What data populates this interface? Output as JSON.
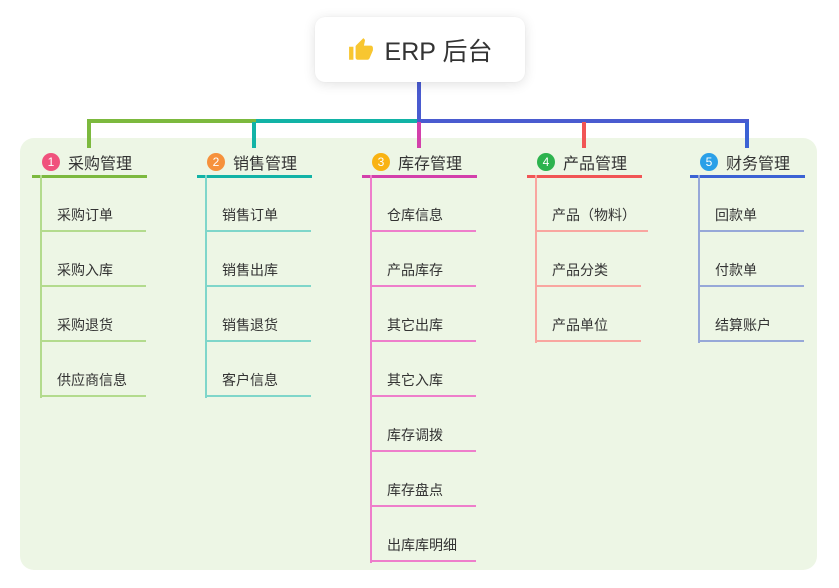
{
  "root": {
    "label": "ERP 后台",
    "icon": "thumbs-up",
    "icon_color": "#f8c630"
  },
  "panel_bg": "#edf6e5",
  "trunk_color": "#4a5bd0",
  "text_color": "#333333",
  "branches": [
    {
      "number": "1",
      "label": "采购管理",
      "badge_color": "#f0527d",
      "accent": "#7cb93e",
      "light": "#b3db8d",
      "items": [
        "采购订单",
        "采购入库",
        "采购退货",
        "供应商信息"
      ]
    },
    {
      "number": "2",
      "label": "销售管理",
      "badge_color": "#f6913c",
      "accent": "#12b3a6",
      "light": "#7fd6ca",
      "items": [
        "销售订单",
        "销售出库",
        "销售退货",
        "客户信息"
      ]
    },
    {
      "number": "3",
      "label": "库存管理",
      "badge_color": "#f9b312",
      "accent": "#d340ab",
      "light": "#ee7ecb",
      "items": [
        "仓库信息",
        "产品库存",
        "其它出库",
        "其它入库",
        "库存调拨",
        "库存盘点",
        "出库库明细"
      ]
    },
    {
      "number": "4",
      "label": "产品管理",
      "badge_color": "#2db34e",
      "accent": "#f15555",
      "light": "#f9a6a0",
      "items": [
        "产品（物料）",
        "产品分类",
        "产品单位"
      ]
    },
    {
      "number": "5",
      "label": "财务管理",
      "badge_color": "#2ba0e8",
      "accent": "#3b62d4",
      "light": "#97a8d8",
      "items": [
        "回款单",
        "付款单",
        "结算账户"
      ]
    }
  ]
}
